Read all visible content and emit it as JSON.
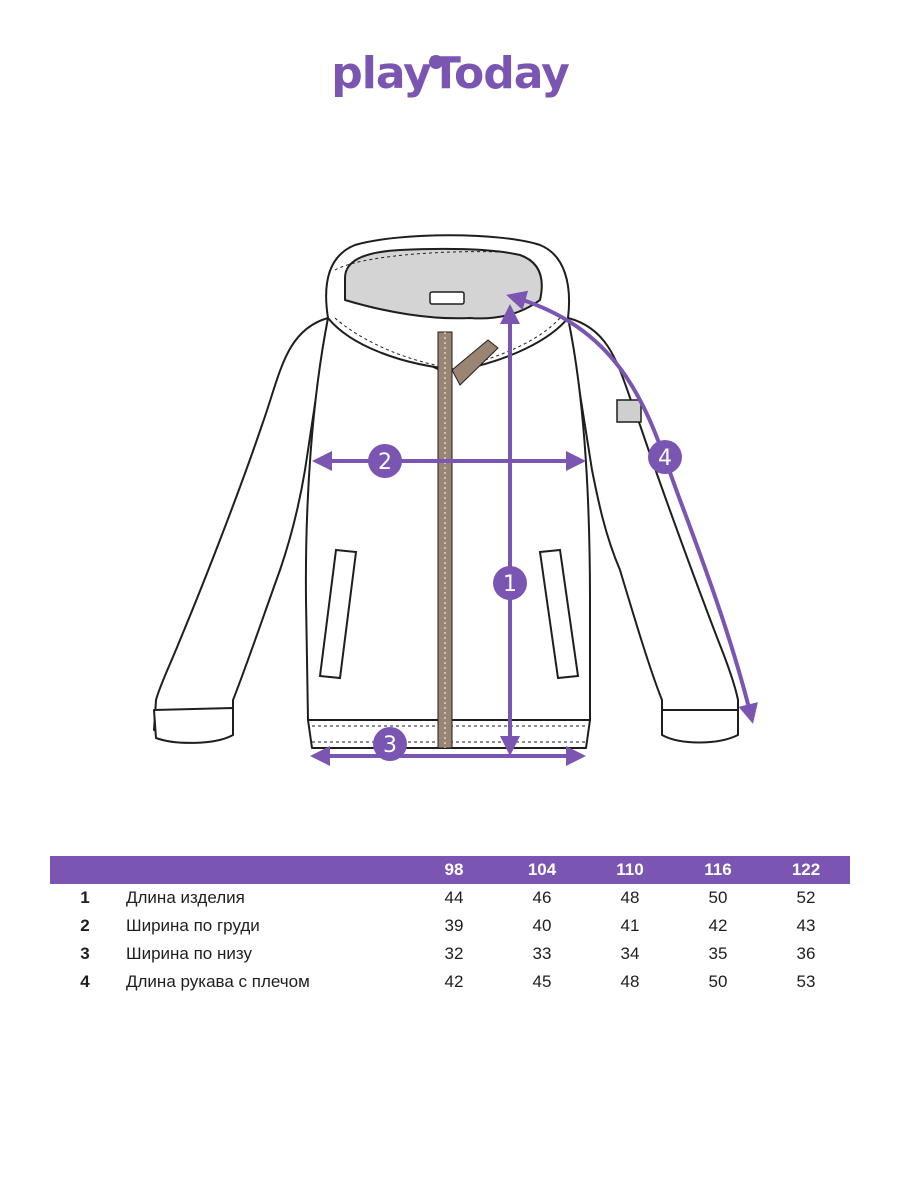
{
  "brand": {
    "logo_text": "playToday"
  },
  "markers": [
    "1",
    "2",
    "3",
    "4"
  ],
  "size_table": {
    "sizes": [
      "98",
      "104",
      "110",
      "116",
      "122"
    ],
    "rows": [
      {
        "num": "1",
        "name": "Длина изделия",
        "values": [
          "44",
          "46",
          "48",
          "50",
          "52"
        ]
      },
      {
        "num": "2",
        "name": "Ширина по груди",
        "values": [
          "39",
          "40",
          "41",
          "42",
          "43"
        ]
      },
      {
        "num": "3",
        "name": "Ширина по низу",
        "values": [
          "32",
          "33",
          "34",
          "35",
          "36"
        ]
      },
      {
        "num": "4",
        "name": "Длина рукава с плечом",
        "values": [
          "42",
          "45",
          "48",
          "50",
          "53"
        ]
      }
    ]
  },
  "colors": {
    "accent": "#7b55b2",
    "outline": "#1e1e1e",
    "zipper": "#9a8574"
  }
}
